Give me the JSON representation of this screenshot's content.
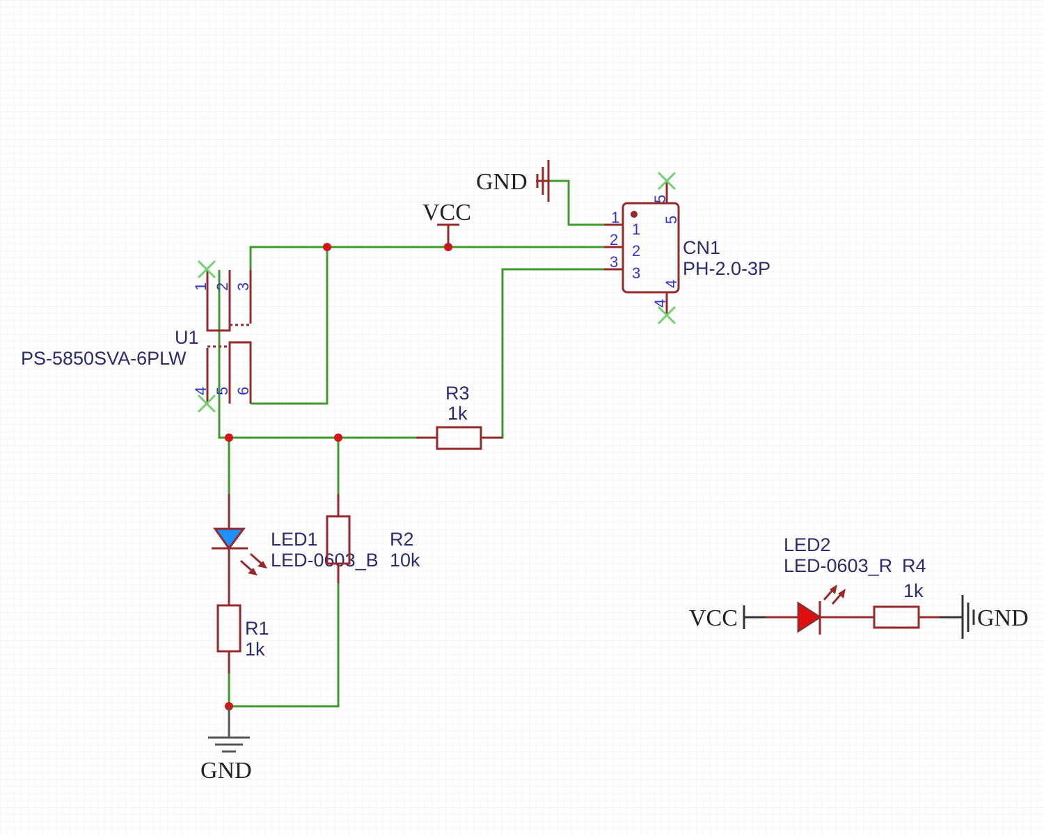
{
  "nets": {
    "gnd_top": "GND",
    "vcc_top": "VCC",
    "gnd_bottom": "GND",
    "vcc_right": "VCC",
    "gnd_right": "GND"
  },
  "components": {
    "u1": {
      "ref": "U1",
      "value": "PS-5850SVA-6PLW",
      "pins": [
        "1",
        "2",
        "3",
        "4",
        "5",
        "6"
      ]
    },
    "cn1": {
      "ref": "CN1",
      "value": "PH-2.0-3P",
      "outer_pins": [
        "1",
        "2",
        "3",
        "5",
        "4"
      ],
      "inner_pins": [
        "1",
        "2",
        "3",
        "5",
        "4"
      ]
    },
    "r1": {
      "ref": "R1",
      "value": "1k"
    },
    "r2": {
      "ref": "R2",
      "value": "10k"
    },
    "r3": {
      "ref": "R3",
      "value": "1k"
    },
    "r4": {
      "ref": "R4",
      "value": "1k"
    },
    "led1": {
      "ref": "LED1",
      "value": "LED-0603_B",
      "color": "#1e90ff"
    },
    "led2": {
      "ref": "LED2",
      "value": "LED-0603_R",
      "color": "#e01010"
    }
  },
  "colors": {
    "wire": "#3c9b2c",
    "component": "#962a2a",
    "junction": "#d41515",
    "label": "#2b2b6e",
    "pin": "#3434c8",
    "grid": "#ececec"
  }
}
